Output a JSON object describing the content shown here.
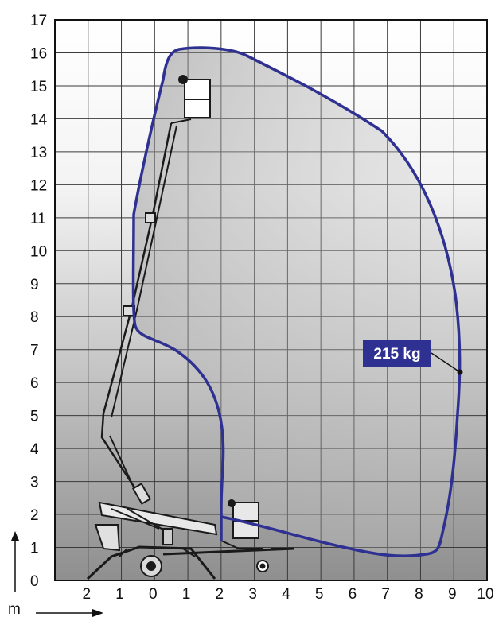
{
  "diagram": {
    "y_ticks": [
      "0",
      "1",
      "2",
      "3",
      "4",
      "5",
      "6",
      "7",
      "8",
      "9",
      "10",
      "11",
      "12",
      "13",
      "14",
      "15",
      "16",
      "17"
    ],
    "x_ticks": [
      "2",
      "1",
      "0",
      "1",
      "2",
      "3",
      "4",
      "5",
      "6",
      "7",
      "8",
      "9",
      "10"
    ],
    "unit_label": "m",
    "load_label": "215 kg",
    "colors": {
      "envelope": "#2e3192",
      "label_bg": "#2e3192",
      "grid": "#3a3a3a",
      "machine": "#1a1a1a"
    }
  }
}
